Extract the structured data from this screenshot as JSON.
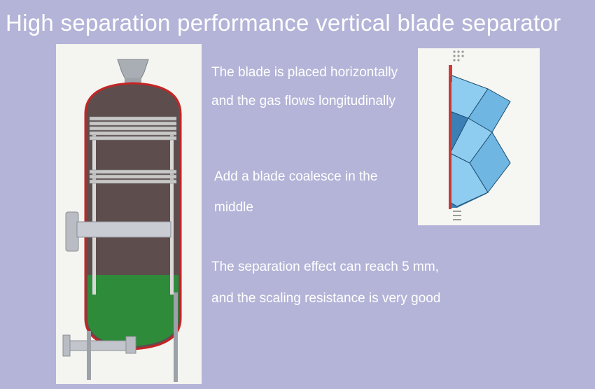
{
  "title": "High separation performance vertical blade separator",
  "descriptions": [
    "The blade is placed horizontally and the gas flows longitudinally",
    "Add a blade coalesce in the middle",
    "The separation effect can reach 5 mm, and the scaling resistance is very good"
  ],
  "colors": {
    "background": "#b4b4d8",
    "vessel_body": "#5e4d4d",
    "vessel_outline": "#c42525",
    "liquid": "#2e8b3a",
    "pipe": "#b9bcc2",
    "blade": "#6fb6e2"
  }
}
